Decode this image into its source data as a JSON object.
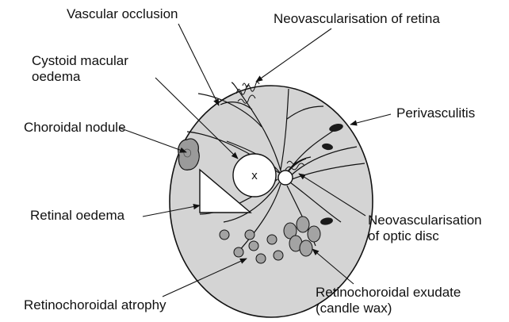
{
  "labels": {
    "vascular_occlusion": "Vascular occlusion",
    "neovascularisation_retina": "Neovascularisation of retina",
    "cystoid_macular_line1": "Cystoid macular",
    "cystoid_macular_line2": "oedema",
    "choroidal_nodule": "Choroidal nodule",
    "perivasculitis": "Perivasculitis",
    "retinal_oedema": "Retinal oedema",
    "neovascularisation_disc_line1": "Neovascularisation",
    "neovascularisation_disc_line2": "of optic disc",
    "retinochoroidal_atrophy": "Retinochoroidal atrophy",
    "retinochoroidal_exudate_line1": "Retinochoroidal exudate",
    "retinochoroidal_exudate_line2": "(candle wax)"
  },
  "macula_mark": "x",
  "colors": {
    "fundus_fill": "#d4d4d4",
    "outline": "#111111",
    "spot_fill": "#a3a3a3",
    "lesion_fill": "#1a1a1a"
  }
}
